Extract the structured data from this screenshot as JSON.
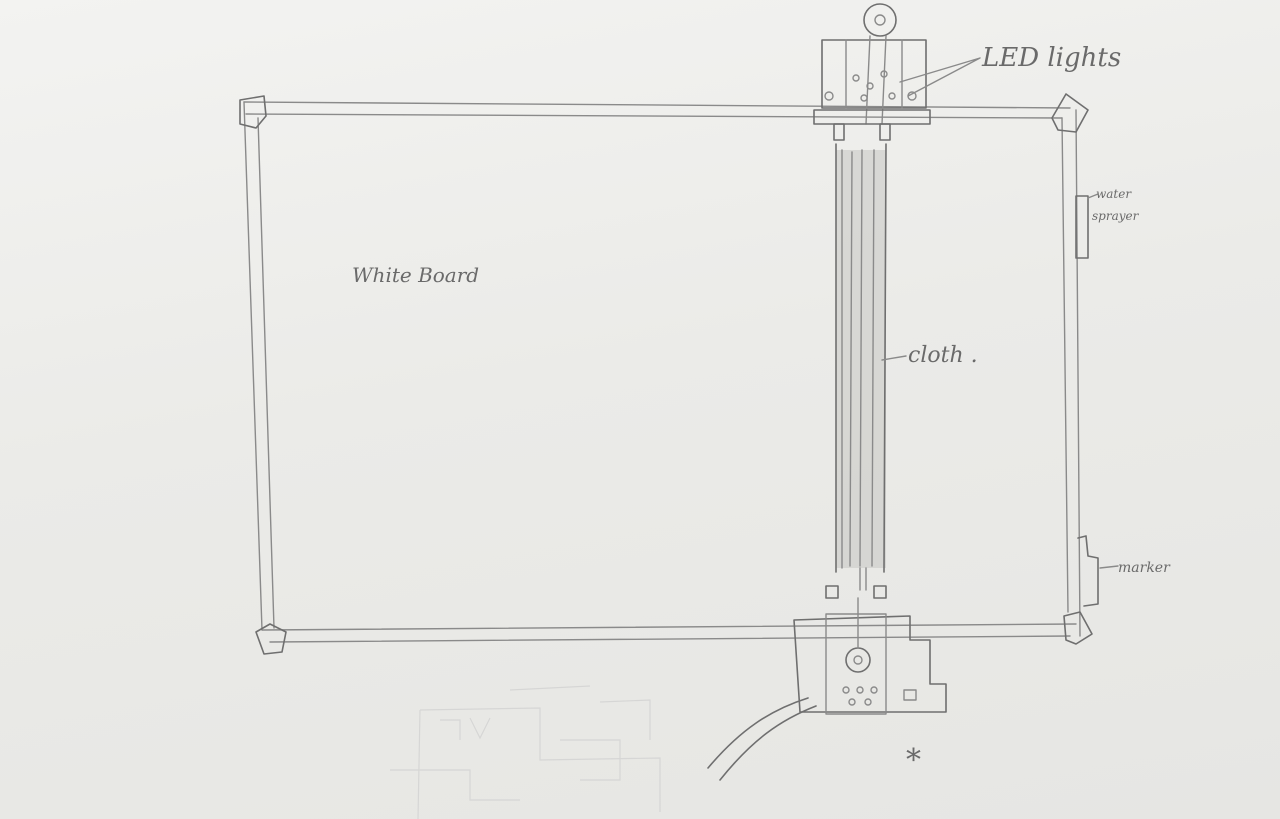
{
  "labels": {
    "board": "White Board",
    "led": "LED lights",
    "cloth": "cloth .",
    "water_1": "water",
    "water_2": "sprayer",
    "marker": "marker",
    "asterisk": "*"
  },
  "colors": {
    "paper": "#ebebe8",
    "pencil": "#8a8a8a",
    "shade": "#c9c9c6"
  }
}
